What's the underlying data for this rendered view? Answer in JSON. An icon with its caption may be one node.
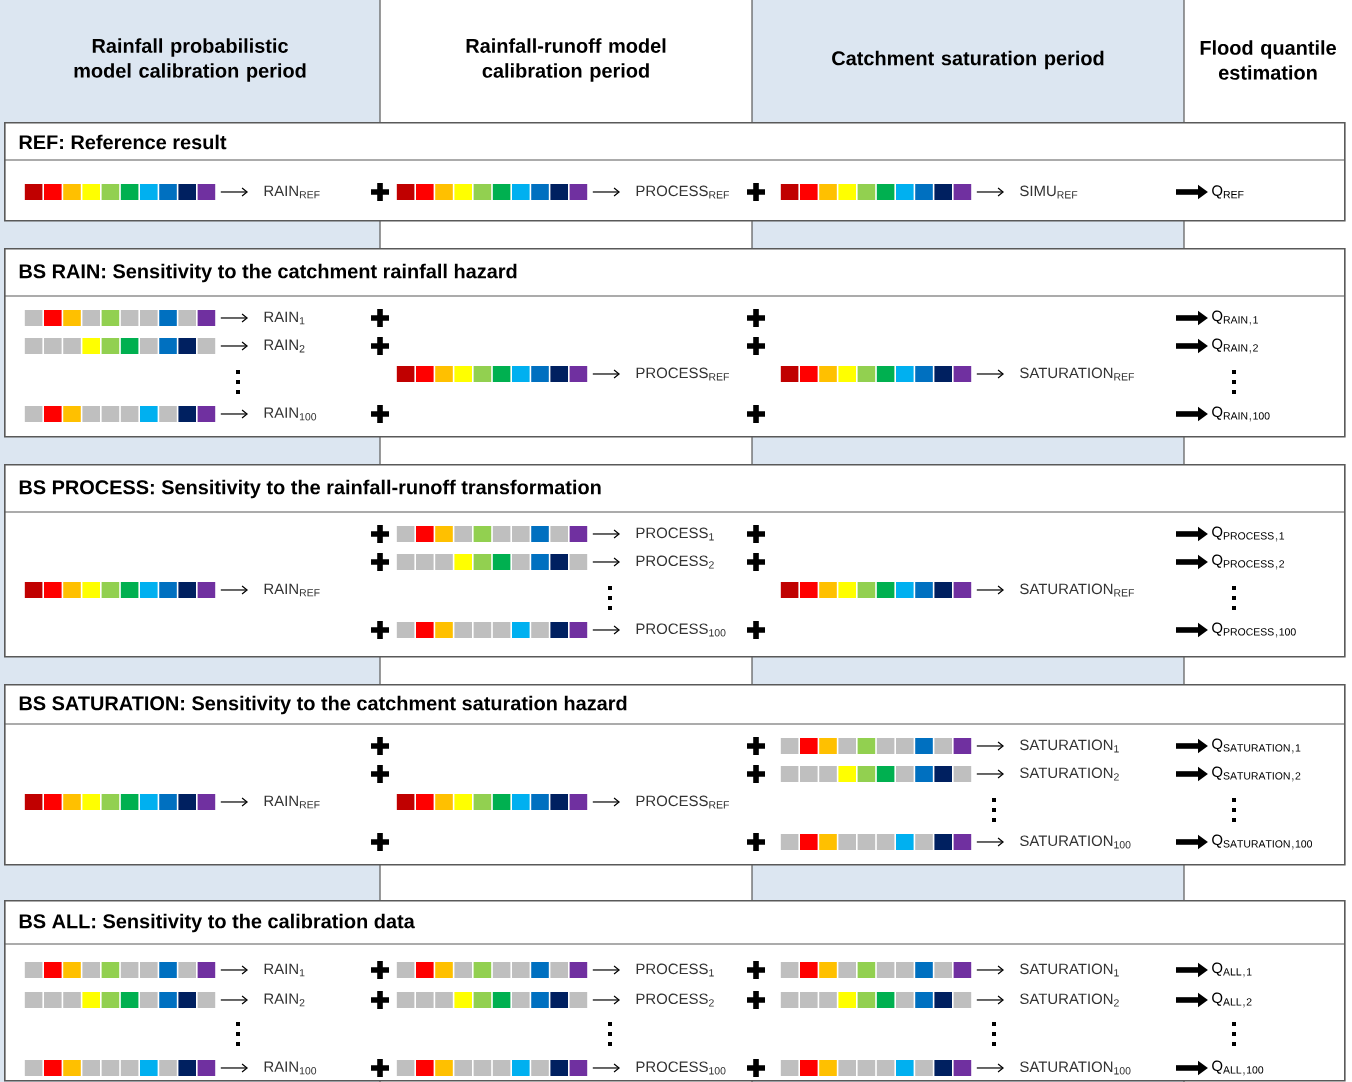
{
  "diagram": {
    "nodes": [
      {
        "text": [
          "Rainfall probabilistic model calibration period"
        ]
      },
      {
        "text": [
          "Rainfall-runoff model calibration period"
        ]
      },
      {
        "text": [
          "Catchment saturation period"
        ]
      },
      {
        "text": [
          "Flood quantile estimation"
        ]
      },
      {
        "text": [
          "REF: Reference result"
        ]
      },
      {
        "text": [],
        "shape": "bar",
        "in": 4
      },
      {
        "text": [
          "RAIN$_{REF}$"
        ],
        "in": 4
      },
      {
        "text": [],
        "shape": "bar",
        "in": 4
      },
      {
        "text": [
          "PROCESS$_{REF}$"
        ],
        "in": 4
      },
      {
        "text": [],
        "shape": "bar",
        "in": 4
      },
      {
        "text": [
          "SIMU$_{REF}$"
        ],
        "in": 4
      },
      {
        "text": [
          "Q$_{REF}$"
        ],
        "in": 4
      },
      {
        "text": [
          "BS RAIN: Sensitivity to the catchment rainfall hazard"
        ]
      },
      {
        "text": [],
        "shape": "bar",
        "in": 12
      },
      {
        "text": [
          "RAIN$_{1}$"
        ],
        "in": 12
      },
      {
        "text": [
          "\\mathrm{Q}_{\\mathrm{RAIN,1}}"
        ],
        "in": 12
      },
      {
        "text": [],
        "shape": "bar",
        "in": 12
      },
      {
        "text": [
          "RAIN$_{2}$"
        ],
        "in": 12
      },
      {
        "text": [
          "\\mathrm{Q}_{\\mathrm{RAIN,2}}"
        ],
        "in": 12
      },
      {
        "text": [],
        "shape": "bar",
        "in": 12
      },
      {
        "text": [
          "PROCESS$_{REF}$"
        ],
        "in": 12
      },
      {
        "text": [],
        "shape": "bar",
        "in": 12
      },
      {
        "text": [
          "SATURATION$_{REF}$"
        ],
        "in": 12
      },
      {
        "text": [],
        "shape": "bar",
        "in": 12
      },
      {
        "text": [
          "RAIN$_{100}$"
        ],
        "in": 12
      },
      {
        "text": [
          "\\mathrm{Q}_{\\mathrm{RAIN,100}}"
        ],
        "in": 12
      },
      {
        "text": [
          "BS PROCESS: Sensitivity to the rainfall-runoff transformation"
        ]
      },
      {
        "text": [],
        "shape": "bar",
        "in": 26
      },
      {
        "text": [
          "PROCESS$_{1}$"
        ],
        "in": 26
      },
      {
        "text": [
          "\\mathrm{Q}_{\\mathrm{PROCESS,1}}"
        ],
        "in": 26
      },
      {
        "text": [],
        "shape": "bar",
        "in": 26
      },
      {
        "text": [
          "PROCESS$_{2}$"
        ],
        "in": 26
      },
      {
        "text": [
          "\\mathrm{Q}_{\\mathrm{PROCESS,2}}"
        ],
        "in": 26
      },
      {
        "text": [],
        "shape": "bar",
        "in": 26
      },
      {
        "text": [
          "RAIN$_{REF}$"
        ],
        "in": 26
      },
      {
        "text": [],
        "shape": "bar",
        "in": 26
      },
      {
        "text": [
          "SATURATION$_{REF}$"
        ],
        "in": 26
      },
      {
        "text": [],
        "shape": "bar",
        "in": 26
      },
      {
        "text": [
          "PROCESS$_{100}$"
        ],
        "in": 26
      },
      {
        "text": [
          "\\mathrm{Q}_{\\mathrm{PROCESS,100}}"
        ],
        "in": 26
      },
      {
        "text": [
          "BS SATURATION: Sensitivity to the catchment saturation hazard"
        ]
      },
      {
        "text": [],
        "shape": "bar",
        "in": 40
      },
      {
        "text": [
          "SATURATION$_{1}$"
        ],
        "in": 40
      },
      {
        "text": [
          "\\mathrm{Q}_{\\mathrm{SATURATION,1}}"
        ],
        "in": 40
      },
      {
        "text": [],
        "shape": "bar",
        "in": 40
      },
      {
        "text": [
          "SATURATION$_{2}$"
        ],
        "in": 40
      },
      {
        "text": [
          "\\mathrm{Q}_{\\mathrm{SATURATION,2}}"
        ],
        "in": 40
      },
      {
        "text": [],
        "shape": "bar",
        "in": 40
      },
      {
        "text": [
          "RAIN$_{REF}$"
        ],
        "in": 40
      },
      {
        "text": [],
        "shape": "bar",
        "in": 40
      },
      {
        "text": [
          "PROCESS$_{REF}$"
        ],
        "in": 40
      },
      {
        "text": [],
        "shape": "bar",
        "in": 40
      },
      {
        "text": [
          "SATURATION$_{100}$"
        ],
        "in": 40
      },
      {
        "text": [
          "\\mathrm{Q}_{\\mathrm{SATURATION,100}}"
        ],
        "in": 40
      },
      {
        "text": [
          "BS ALL: Sensitivity to the calibration data"
        ]
      },
      {
        "text": [],
        "shape": "bar",
        "in": 54
      },
      {
        "text": [
          "RAIN$_{1}$"
        ],
        "in": 54
      },
      {
        "text": [],
        "shape": "bar",
        "in": 54
      },
      {
        "text": [
          "PROCESS$_{1}$"
        ],
        "in": 54
      },
      {
        "text": [],
        "shape": "bar",
        "in": 54
      },
      {
        "text": [
          "SATURATION$_{1}$"
        ],
        "in": 54
      },
      {
        "text": [
          "\\mathrm{Q}_{\\mathrm{ALL,1}}"
        ],
        "in": 54
      },
      {
        "text": [],
        "shape": "bar",
        "in": 54
      },
      {
        "text": [
          "RAIN$_{2}$"
        ],
        "in": 54
      },
      {
        "text": [],
        "shape": "bar",
        "in": 54
      },
      {
        "text": [
          "PROCESS$_{2}$"
        ],
        "in": 54
      },
      {
        "text": [],
        "shape": "bar",
        "in": 54
      },
      {
        "text": [
          "SATURATION$_{2}$"
        ],
        "in": 54
      },
      {
        "text": [
          "\\mathrm{Q}_{\\mathrm{ALL,2}}"
        ],
        "in": 54
      },
      {
        "text": [],
        "shape": "bar",
        "in": 54
      },
      {
        "text": [
          "RAIN$_{100}$"
        ],
        "in": 54
      },
      {
        "text": [],
        "shape": "bar",
        "in": 54
      },
      {
        "text": [
          "PROCESS$_{100}$"
        ],
        "in": 54
      },
      {
        "text": [],
        "shape": "bar",
        "in": 54
      },
      {
        "text": [
          "SATURATION$_{100}$"
        ],
        "in": 54
      },
      {
        "text": [
          "\\mathrm{Q}_{\\mathrm{ALL,100}}"
        ],
        "in": 54
      }
    ],
    "edges": [
      {
        "from": 5,
        "to": 6,
        "arrow": "to"
      },
      {
        "from": 7,
        "to": 8,
        "arrow": "to"
      },
      {
        "from": 9,
        "to": 10,
        "arrow": "to"
      },
      {
        "from": null,
        "to": 11,
        "arrow": "to",
        "style": "thick"
      },
      {
        "from": 13,
        "to": 14,
        "arrow": "to"
      },
      {
        "from": null,
        "to": 15,
        "arrow": "to",
        "style": "thick"
      },
      {
        "from": 16,
        "to": 17,
        "arrow": "to"
      },
      {
        "from": null,
        "to": 18,
        "arrow": "to",
        "style": "thick"
      },
      {
        "from": 19,
        "to": 20,
        "arrow": "to"
      },
      {
        "from": 21,
        "to": 22,
        "arrow": "to"
      },
      {
        "from": 23,
        "to": 24,
        "arrow": "to"
      },
      {
        "from": null,
        "to": 25,
        "arrow": "to",
        "style": "thick"
      },
      {
        "from": 27,
        "to": 28,
        "arrow": "to"
      },
      {
        "from": null,
        "to": 29,
        "arrow": "to",
        "style": "thick"
      },
      {
        "from": 30,
        "to": 31,
        "arrow": "to"
      },
      {
        "from": null,
        "to": 32,
        "arrow": "to",
        "style": "thick"
      },
      {
        "from": 33,
        "to": 34,
        "arrow": "to"
      },
      {
        "from": 35,
        "to": 36,
        "arrow": "to"
      },
      {
        "from": 37,
        "to": 38,
        "arrow": "to"
      },
      {
        "from": null,
        "to": 39,
        "arrow": "to",
        "style": "thick"
      },
      {
        "from": 41,
        "to": 42,
        "arrow": "to"
      },
      {
        "from": null,
        "to": 43,
        "arrow": "to",
        "style": "thick"
      },
      {
        "from": 44,
        "to": 45,
        "arrow": "to"
      },
      {
        "from": null,
        "to": 46,
        "arrow": "to",
        "style": "thick"
      },
      {
        "from": 47,
        "to": 48,
        "arrow": "to"
      },
      {
        "from": 49,
        "to": 50,
        "arrow": "to"
      },
      {
        "from": 51,
        "to": 52,
        "arrow": "to"
      },
      {
        "from": null,
        "to": 53,
        "arrow": "to",
        "style": "thick"
      },
      {
        "from": 55,
        "to": 56,
        "arrow": "to"
      },
      {
        "from": 57,
        "to": 58,
        "arrow": "to"
      },
      {
        "from": 59,
        "to": 60,
        "arrow": "to"
      },
      {
        "from": null,
        "to": 61,
        "arrow": "to",
        "style": "thick"
      },
      {
        "from": 62,
        "to": 63,
        "arrow": "to"
      },
      {
        "from": 64,
        "to": 65,
        "arrow": "to"
      },
      {
        "from": 66,
        "to": 67,
        "arrow": "to"
      },
      {
        "from": null,
        "to": 68,
        "arrow": "to",
        "style": "thick"
      },
      {
        "from": 69,
        "to": 70,
        "arrow": "to"
      },
      {
        "from": 71,
        "to": 72,
        "arrow": "to"
      },
      {
        "from": 73,
        "to": 74,
        "arrow": "to"
      },
      {
        "from": null,
        "to": 75,
        "arrow": "to",
        "style": "thick"
      }
    ]
  }
}
